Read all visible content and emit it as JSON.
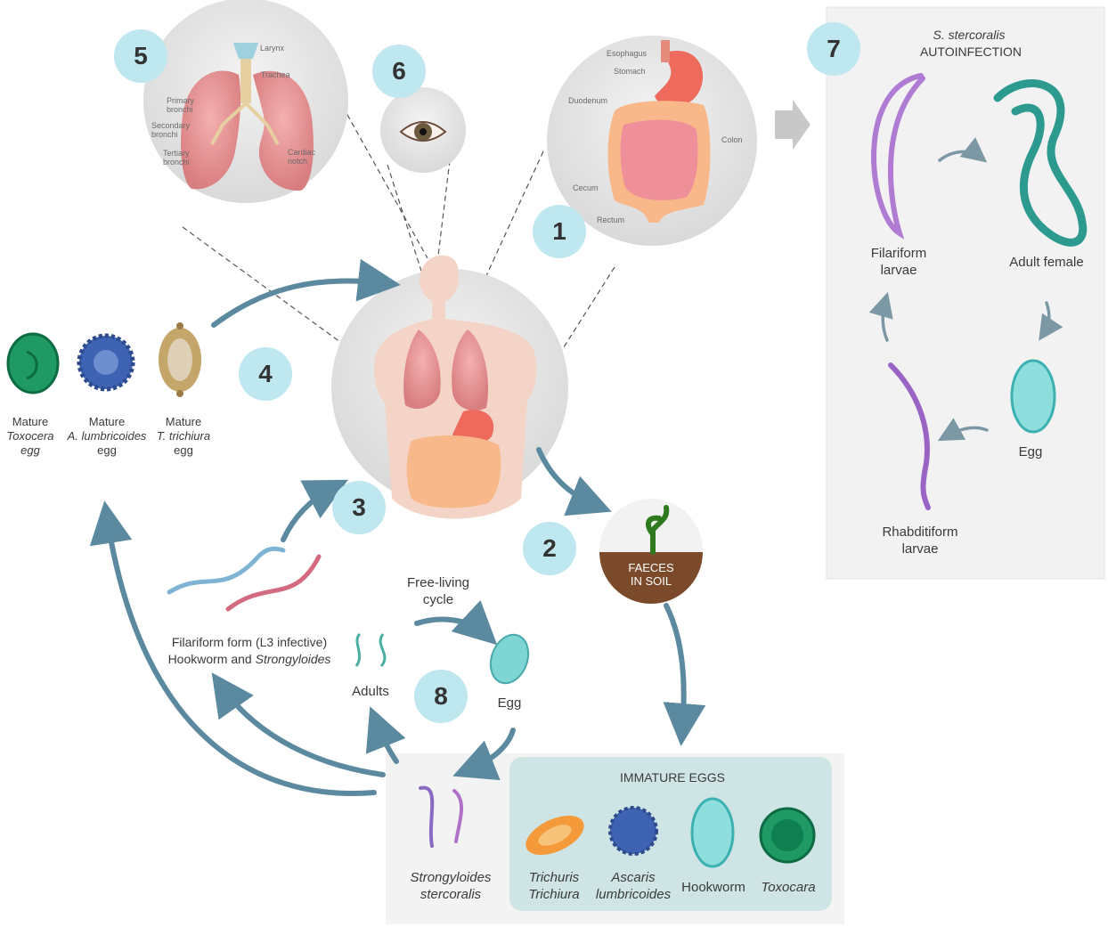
{
  "steps": {
    "s1": "1",
    "s2": "2",
    "s3": "3",
    "s4": "4",
    "s5": "5",
    "s6": "6",
    "s7": "7",
    "s8": "8"
  },
  "lungs_labels": {
    "larynx": "Larynx",
    "trachea": "Trachea",
    "primary": "Primary\nbronchi",
    "secondary": "Secondary\nbronchi",
    "tertiary": "Tertiary\nbronchi",
    "cardiac": "Cardiac\nnotch"
  },
  "gut_labels": {
    "esophagus": "Esophagus",
    "stomach": "Stomach",
    "duodenum": "Duodenum",
    "colon": "Colon",
    "cecum": "Cecum",
    "rectum": "Rectum"
  },
  "mature_eggs": {
    "toxocara": [
      "Mature",
      "Toxocera",
      "egg"
    ],
    "ascaris": [
      "Mature",
      "A. lumbricoides",
      "egg"
    ],
    "trichuris": [
      "Mature",
      "T. trichiura",
      "egg"
    ]
  },
  "autoinfection": {
    "title_species": "S. stercoralis",
    "title": "AUTOINFECTION",
    "filariform": "Filariform\nlarvae",
    "adult_female": "Adult female",
    "egg": "Egg",
    "rhabditiform": "Rhabditiform\nlarvae"
  },
  "soil": {
    "line1": "FAECES",
    "line2": "IN SOIL"
  },
  "free_living": {
    "title": "Free-living\ncycle",
    "adults": "Adults",
    "egg": "Egg"
  },
  "filariform_form": {
    "line1": "Filariform form (L3 infective)",
    "line2_prefix": "Hookworm and ",
    "line2_italic": "Strongyloides"
  },
  "strongyloides": {
    "line1": "Strongyloides",
    "line2": "stercoralis"
  },
  "immature": {
    "title": "IMMATURE EGGS",
    "trichuris": "Trichuris\nTrichiura",
    "ascaris": "Ascaris\nlumbricoides",
    "hookworm": "Hookworm",
    "toxocara": "Toxocara"
  },
  "colors": {
    "badge": "#bfe7ef",
    "arrow": "#5b8aa0",
    "panel": "#f2f2f2",
    "immature_panel": "#cfe4e4"
  }
}
